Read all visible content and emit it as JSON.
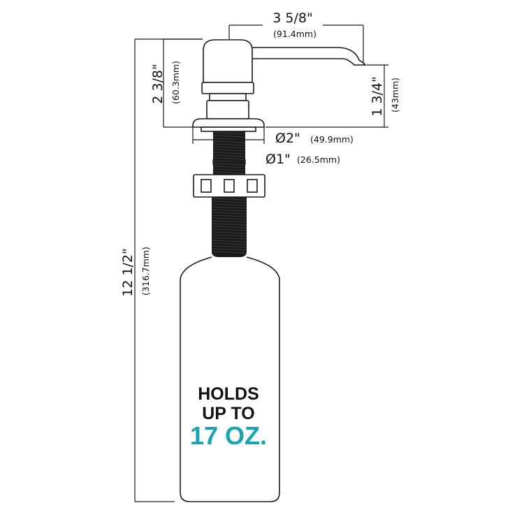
{
  "dimensions": {
    "spout_reach": {
      "main": "3 5/8\"",
      "sub": "(91.4mm)"
    },
    "pump_height": {
      "main": "2 3/8\"",
      "sub": "(60.3mm)"
    },
    "spout_clearance": {
      "main": "1 3/4\"",
      "sub": "(43mm)"
    },
    "flange_diameter": {
      "main": "Ø2\"",
      "sub": "(49.9mm)"
    },
    "shank_diameter": {
      "main": "Ø1\"",
      "sub": "(26.5mm)"
    },
    "total_height": {
      "main": "12 1/2\"",
      "sub": "(316.7mm)"
    }
  },
  "promo": {
    "line1": "HOLDS",
    "line2": "UP TO",
    "line3": "17 OZ."
  },
  "colors": {
    "line": "#1a1a1a",
    "shank": "#1b1b1b",
    "accent": "#19a3b3",
    "text": "#111111"
  }
}
